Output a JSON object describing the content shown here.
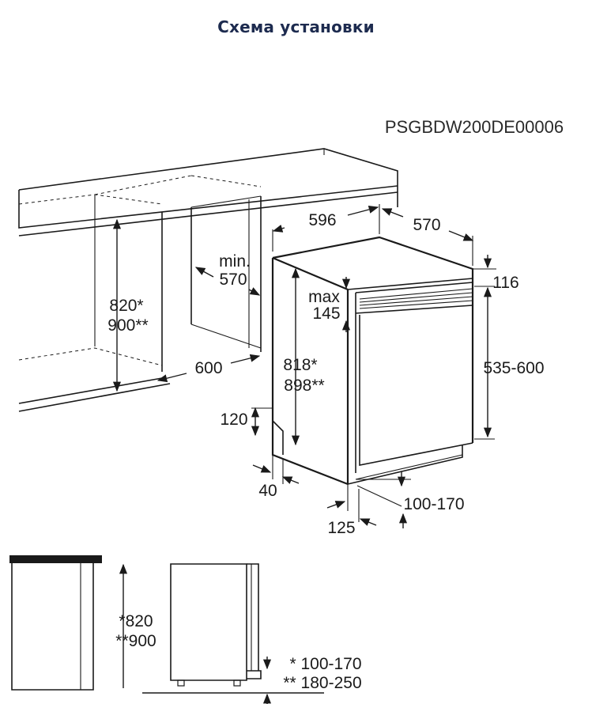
{
  "title": "Схема установки",
  "model_code": "PSGBDW200DE00006",
  "dimensions": {
    "width": "596",
    "depth": "570",
    "top_gap": "116",
    "niche_min": "min.",
    "niche_min_value": "570",
    "niche_height_1": "820*",
    "niche_height_2": "900**",
    "niche_width": "600",
    "max_label": "max",
    "max_value": "145",
    "appliance_height_1": "818*",
    "appliance_height_2": "898**",
    "door_height": "535-600",
    "plinth_height": "120",
    "plinth_depth": "40",
    "plinth_range": "100-170",
    "plinth_offset": "125"
  },
  "side_view": {
    "height_1": "*820",
    "height_2": "**900",
    "plinth_1": "* 100-170",
    "plinth_2": "** 180-250"
  }
}
